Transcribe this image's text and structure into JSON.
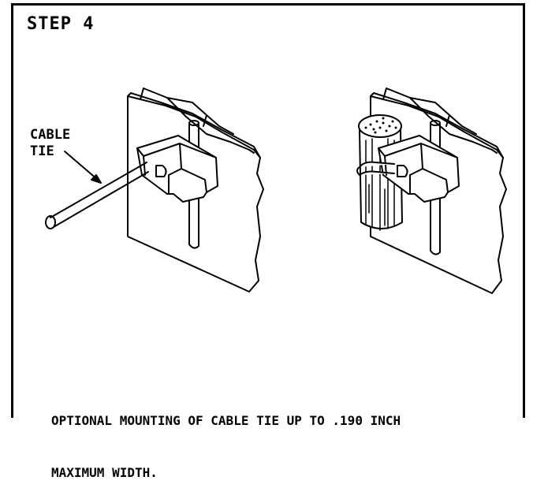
{
  "header": {
    "step_label": "STEP 4"
  },
  "callout": {
    "line1": "CABLE",
    "line2": "TIE"
  },
  "caption": {
    "line1": "OPTIONAL MOUNTING OF CABLE TIE UP TO .190 INCH",
    "line2": "MAXIMUM WIDTH."
  }
}
